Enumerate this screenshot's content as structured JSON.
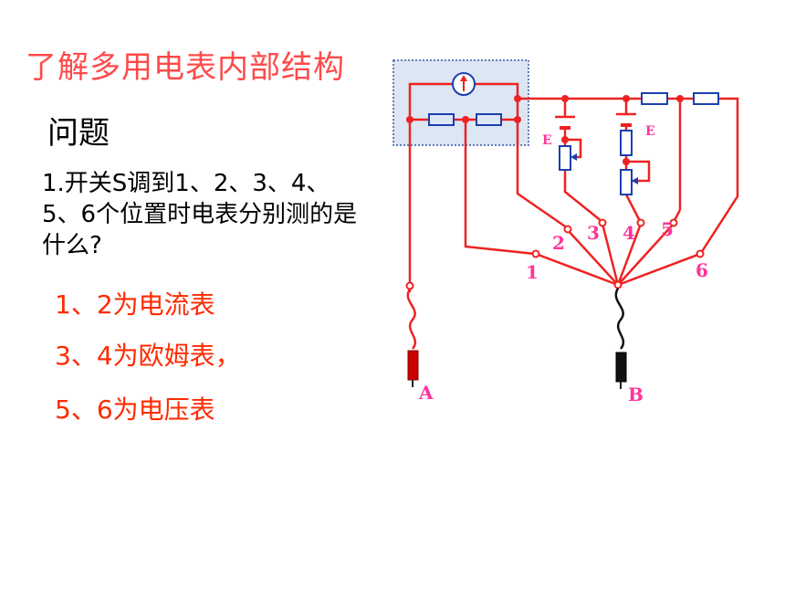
{
  "title": "了解多用电表内部结构",
  "heading": "问题",
  "question": "1.开关S调到1、2、3、4、5、6个位置时电表分别测的是什么?",
  "answers": [
    "1、2为电流表",
    "3、4为欧姆表，",
    "5、6为电压表"
  ],
  "diagram": {
    "position_labels": [
      "1",
      "2",
      "3",
      "4",
      "5",
      "6"
    ],
    "battery_label": "E",
    "probe_a": "A",
    "probe_b": "B"
  },
  "colors": {
    "wire": "#ee2222",
    "resistor": "#1a3fb0",
    "title": "#ff4a4a",
    "answer": "#ff2a00",
    "label": "#ff3399"
  }
}
